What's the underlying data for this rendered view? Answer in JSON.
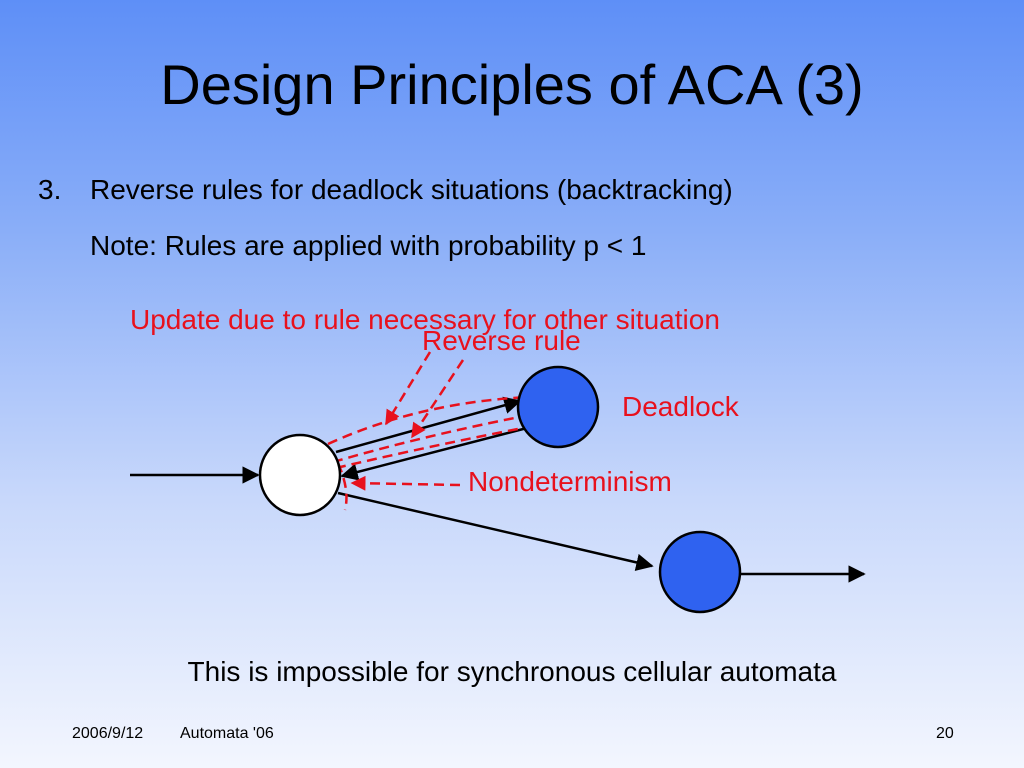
{
  "slide": {
    "title": "Design Principles of ACA (3)",
    "item_number": "3.",
    "item_text": "Reverse rules for deadlock situations (backtracking)",
    "note": "Note: Rules are applied with probability p < 1",
    "conclusion": "This is impossible for synchronous cellular automata"
  },
  "diagram": {
    "label_update": "Update due to rule necessary for other situation",
    "label_reverse": "Reverse rule",
    "label_deadlock": "Deadlock",
    "label_nondeterminism": "Nondeterminism",
    "colors": {
      "node_fill_blue": "#2f62f0",
      "node_fill_white": "#ffffff",
      "annotation_red": "#e8111d"
    }
  },
  "footer": {
    "date": "2006/9/12",
    "course": "Automata '06",
    "page": "20"
  }
}
